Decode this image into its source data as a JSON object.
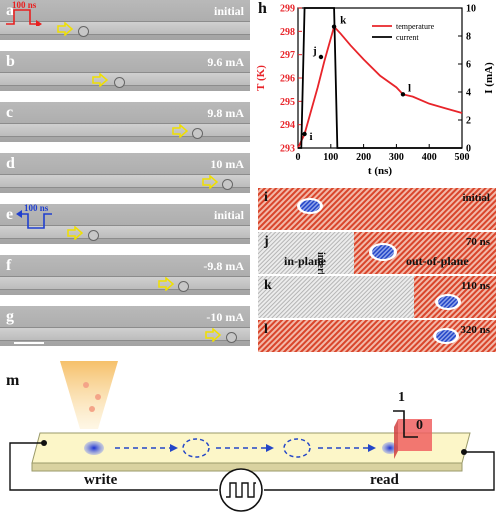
{
  "panels": {
    "a": {
      "letter": "a",
      "label": "initial",
      "pulse": "100 ns"
    },
    "b": {
      "letter": "b",
      "label": "9.6 mA"
    },
    "c": {
      "letter": "c",
      "label": "9.8 mA"
    },
    "d": {
      "letter": "d",
      "label": "10 mA"
    },
    "e": {
      "letter": "e",
      "label": "initial",
      "pulse": "100 ns"
    },
    "f": {
      "letter": "f",
      "label": "-9.8 mA"
    },
    "g": {
      "letter": "g",
      "label": "-10 mA"
    },
    "h": {
      "letter": "h"
    },
    "i": {
      "letter": "i",
      "label": "initial"
    },
    "j": {
      "letter": "j",
      "label": "70 ns",
      "left_region": "in-plane",
      "right_region": "out-of-plane",
      "interface_label": "interface"
    },
    "k": {
      "letter": "k",
      "label": "110 ns"
    },
    "l": {
      "letter": "l",
      "label": "320 ns"
    },
    "m": {
      "letter": "m",
      "write_label": "write",
      "read_label": "read",
      "state_one": "1",
      "state_zero": "0"
    }
  },
  "colors": {
    "temperature": "#e8242a",
    "current": "#000000",
    "sim_red": "#d9452b",
    "skyrmion": "#2446c8",
    "arrow_yellow": "#f0e000",
    "pulse_red": "#e82020",
    "pulse_blue": "#1f3fcf"
  },
  "chart_data": {
    "type": "line",
    "xlabel": "t (ns)",
    "ylabel_left": "T (K)",
    "ylabel_right": "I (mA)",
    "xlim": [
      0,
      500
    ],
    "ylim_left": [
      293,
      299
    ],
    "ylim_right": [
      0,
      10
    ],
    "x_ticks": [
      0,
      100,
      200,
      300,
      400,
      500
    ],
    "y_ticks_left": [
      293,
      294,
      295,
      296,
      297,
      298,
      299
    ],
    "y_ticks_right": [
      0,
      2,
      4,
      6,
      8,
      10
    ],
    "legend_position": "top-right",
    "series": [
      {
        "name": "temperature",
        "axis": "left",
        "color": "#e8242a",
        "x": [
          0,
          10,
          20,
          40,
          60,
          80,
          100,
          110,
          130,
          160,
          200,
          250,
          300,
          320,
          350,
          400,
          450,
          500
        ],
        "y": [
          293.0,
          293.3,
          293.6,
          294.6,
          295.6,
          296.7,
          297.7,
          298.2,
          297.9,
          297.4,
          296.8,
          296.1,
          295.6,
          295.3,
          295.2,
          294.9,
          294.7,
          294.5
        ]
      },
      {
        "name": "current",
        "axis": "right",
        "color": "#000000",
        "x": [
          0,
          10,
          20,
          110,
          120,
          500
        ],
        "y": [
          0,
          0,
          10,
          10,
          0,
          0
        ]
      }
    ],
    "annotations": [
      {
        "text": "i",
        "x": 20,
        "y": 293.6
      },
      {
        "text": "j",
        "x": 70,
        "y": 296.9
      },
      {
        "text": "k",
        "x": 110,
        "y": 298.2
      },
      {
        "text": "l",
        "x": 320,
        "y": 295.3
      }
    ]
  }
}
